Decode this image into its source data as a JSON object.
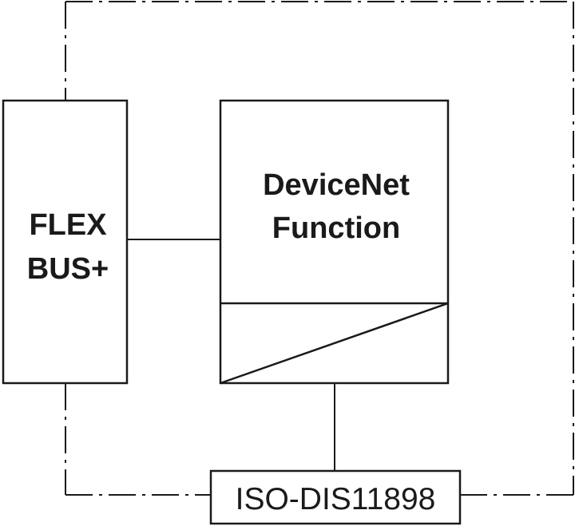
{
  "flexbus": {
    "line1": "FLEX",
    "line2": "BUS+"
  },
  "devicenet": {
    "line1": "DeviceNet",
    "line2": "Function"
  },
  "iso": {
    "label": "ISO-DIS11898"
  },
  "colors": {
    "stroke": "#1a1a1a",
    "background": "#ffffff"
  }
}
